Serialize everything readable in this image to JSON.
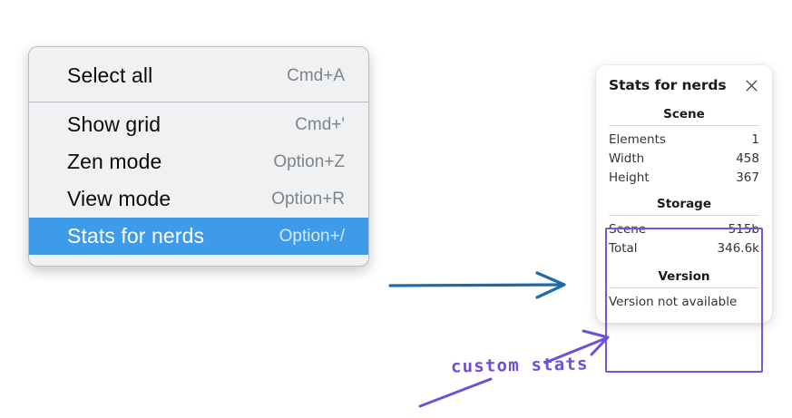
{
  "context_menu": {
    "groups": [
      {
        "items": [
          {
            "label": "Select all",
            "accelerator": "Cmd+A",
            "selected": false
          }
        ]
      },
      {
        "items": [
          {
            "label": "Show grid",
            "accelerator": "Cmd+'",
            "selected": false
          },
          {
            "label": "Zen mode",
            "accelerator": "Option+Z",
            "selected": false
          },
          {
            "label": "View mode",
            "accelerator": "Option+R",
            "selected": false
          },
          {
            "label": "Stats for nerds",
            "accelerator": "Option+/",
            "selected": true
          }
        ]
      }
    ],
    "highlight_color": "#3d9bea"
  },
  "stats_panel": {
    "title": "Stats for nerds",
    "close_icon": "close-icon",
    "sections": [
      {
        "name": "scene",
        "heading": "Scene",
        "rows": [
          {
            "key": "Elements",
            "value": "1"
          },
          {
            "key": "Width",
            "value": "458"
          },
          {
            "key": "Height",
            "value": "367"
          }
        ]
      },
      {
        "name": "storage",
        "heading": "Storage",
        "rows": [
          {
            "key": "Scene",
            "value": "515b"
          },
          {
            "key": "Total",
            "value": "346.6k"
          }
        ]
      },
      {
        "name": "version",
        "heading": "Version",
        "note": "Version not available"
      }
    ],
    "highlight_color": "#7953e0"
  },
  "annotations": {
    "handwritten_label": "custom stats",
    "ink_color": "#6f4fd8",
    "pointer_arrow_color": "#1f6aa8"
  }
}
